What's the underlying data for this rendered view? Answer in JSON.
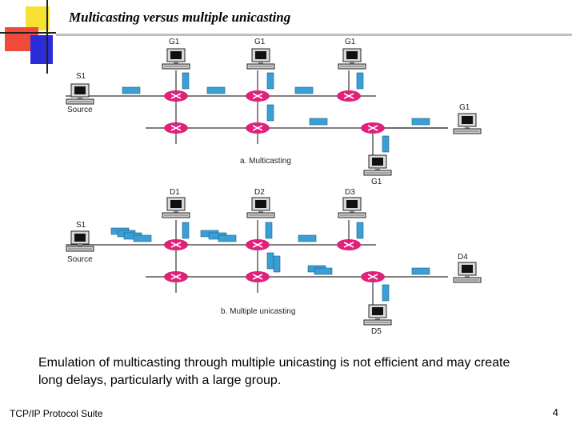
{
  "slide": {
    "title": "Multicasting versus multiple unicasting",
    "caption": "Emulation of multicasting through multiple unicasting is not efficient and may create long delays, particularly with a large group.",
    "footer": "TCP/IP Protocol Suite",
    "page_number": "4"
  },
  "diagram_a": {
    "caption": "a. Multicasting",
    "source_label": "S1",
    "source_sublabel": "Source",
    "hosts": [
      "G1",
      "G1",
      "G1",
      "G1",
      "G1"
    ]
  },
  "diagram_b": {
    "caption": "b. Multiple unicasting",
    "source_label": "S1",
    "source_sublabel": "Source",
    "hosts": [
      "D1",
      "D2",
      "D3",
      "D4",
      "D5"
    ]
  },
  "colors": {
    "router": "#e0217a",
    "packet": "#3a9fd4",
    "deco_yellow": "#f7e233",
    "deco_red": "#ef3b2c",
    "deco_blue": "#2c2cd8"
  }
}
